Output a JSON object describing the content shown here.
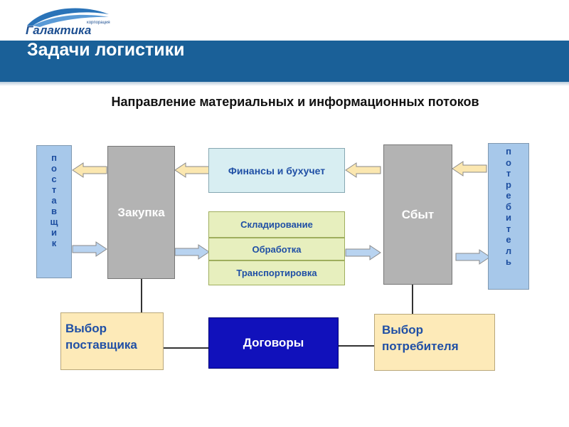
{
  "header": {
    "logo_text": "Галактика",
    "logo_superscript": "корпорация",
    "title": "Задачи логистики"
  },
  "diagram": {
    "subtitle": "Направление материальных и информационных потоков",
    "supplier_letters": [
      "п",
      "о",
      "с",
      "т",
      "а",
      "в",
      "щ",
      "и",
      "к"
    ],
    "consumer_letters": [
      "п",
      "о",
      "т",
      "р",
      "е",
      "б",
      "и",
      "т",
      "е",
      "л",
      "ь"
    ],
    "purchase": "Закупка",
    "sales": "Сбыт",
    "finance": "Финансы и бухучет",
    "warehousing": "Складирование",
    "processing": "Обработка",
    "transport": "Транспортировка",
    "choose_supplier": "Выбор поставщика",
    "contracts": "Договоры",
    "choose_consumer": "Выбор потребителя"
  },
  "colors": {
    "header_band": "#1a6098",
    "info_arrow": "#fbe7b0",
    "material_arrow": "#b8d3f0",
    "contracts_box": "#1111bb"
  }
}
